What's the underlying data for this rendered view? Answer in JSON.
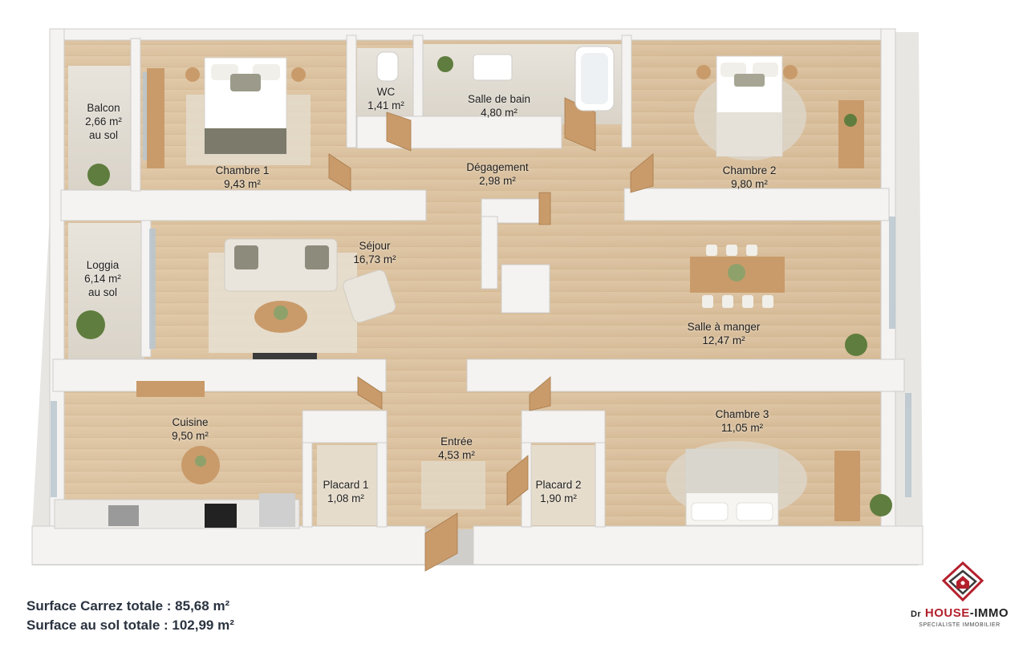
{
  "rooms": [
    {
      "name": "Balcon",
      "area": "2,66 m²",
      "note": "au sol"
    },
    {
      "name": "Chambre 1",
      "area": "9,43 m²"
    },
    {
      "name": "WC",
      "area": "1,41 m²"
    },
    {
      "name": "Salle de bain",
      "area": "4,80 m²"
    },
    {
      "name": "Chambre 2",
      "area": "9,80 m²"
    },
    {
      "name": "Dégagement",
      "area": "2,98 m²"
    },
    {
      "name": "Loggia",
      "area": "6,14 m²",
      "note": "au sol"
    },
    {
      "name": "Séjour",
      "area": "16,73 m²"
    },
    {
      "name": "Salle à manger",
      "area": "12,47 m²"
    },
    {
      "name": "Cuisine",
      "area": "9,50 m²"
    },
    {
      "name": "Entrée",
      "area": "4,53 m²"
    },
    {
      "name": "Placard 1",
      "area": "1,08 m²"
    },
    {
      "name": "Placard 2",
      "area": "1,90 m²"
    },
    {
      "name": "Chambre 3",
      "area": "11,05 m²"
    }
  ],
  "totals": {
    "carrez": "Surface Carrez totale : 85,68 m²",
    "sol": "Surface au sol totale : 102,99 m²"
  },
  "logo": {
    "dr": "Dr",
    "house": "HOUSE",
    "immo": "-IMMO",
    "tagline": "SPECIALISTE IMMOBILIER"
  },
  "colors": {
    "floor": "#dcc3a1",
    "wall": "#f2f1ef",
    "wall_side": "#c9c8c5",
    "accent": "#b3202c",
    "text": "#2a3340"
  }
}
